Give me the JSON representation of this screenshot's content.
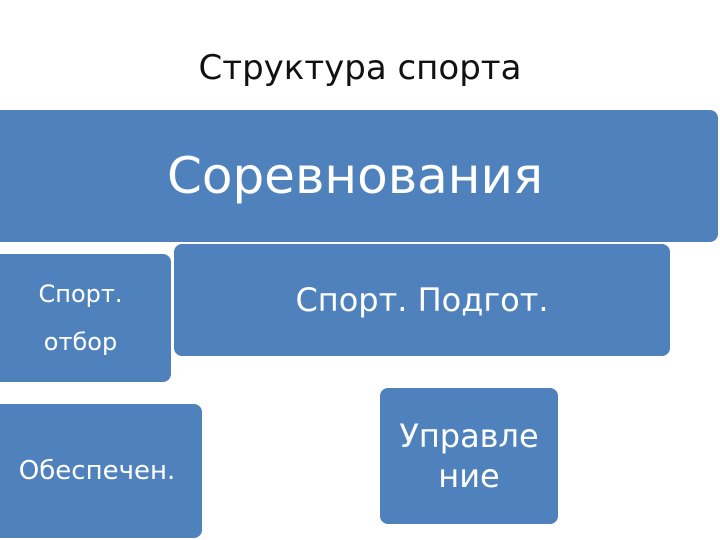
{
  "diagram": {
    "title": "Структура спорта",
    "nodes": {
      "competitions": "Соревнования",
      "selection_line1": "Спорт.",
      "selection_line2": "отбор",
      "training": "Спорт. Подгот.",
      "support": "Обеспечен.",
      "management": "Управле\nние"
    },
    "colors": {
      "box_fill": "#4f81bd",
      "box_border": "#ffffff",
      "box_text": "#ffffff",
      "title_text": "#111111"
    }
  }
}
